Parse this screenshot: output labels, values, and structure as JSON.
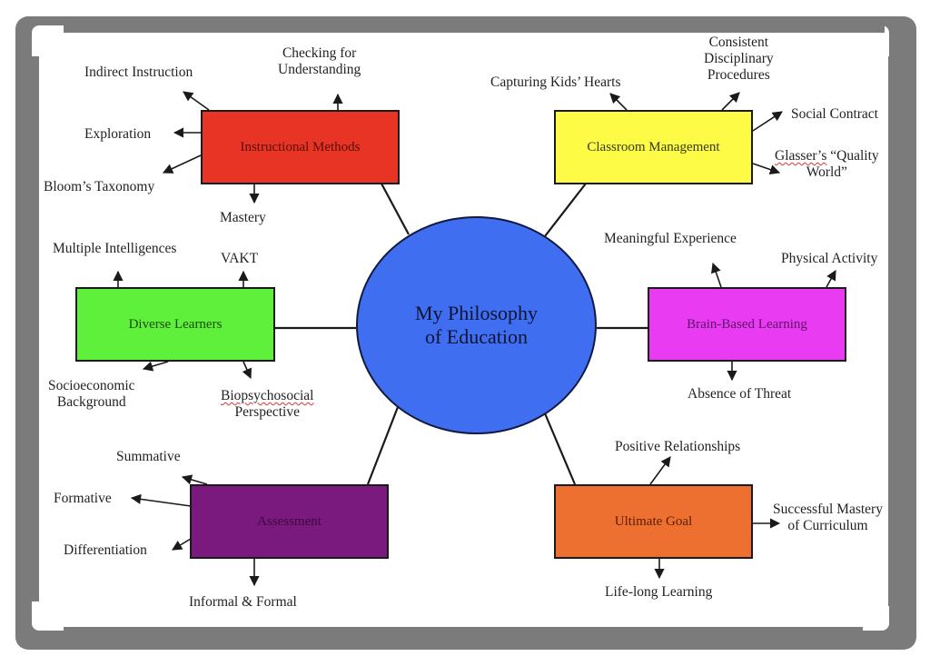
{
  "center": {
    "line1": "My Philosophy",
    "line2": "of Education",
    "color": "#3f6ef0"
  },
  "nodes": {
    "instructional": {
      "label": "Instructional Methods",
      "color": "#e83424",
      "text_color": "#5a0f0a",
      "children": [
        "Indirect Instruction",
        "Checking for",
        "Understanding",
        "Exploration",
        "Bloom’s Taxonomy",
        "Mastery"
      ]
    },
    "classroom": {
      "label": "Classroom Management",
      "color": "#fdfb46",
      "text_color": "#3a3a10",
      "children": [
        "Capturing Kids’ Hearts",
        "Consistent",
        "Disciplinary",
        "Procedures",
        "Social Contract",
        "Glasser’s",
        " “Quality",
        "World”"
      ]
    },
    "diverse": {
      "label": "Diverse Learners",
      "color": "#5ff03b",
      "text_color": "#1f4a12",
      "children": [
        "Multiple Intelligences",
        "VAKT",
        "Socioeconomic",
        "Background",
        "Biopsychosocial",
        "Perspective"
      ]
    },
    "brain": {
      "label": "Brain-Based Learning",
      "color": "#e93cf2",
      "text_color": "#5a1466",
      "children": [
        "Meaningful Experience",
        "Physical Activity",
        "Absence of Threat"
      ]
    },
    "assessment": {
      "label": "Assessment",
      "color": "#7a1a7e",
      "text_color": "#3a0a40",
      "children": [
        "Summative",
        "Formative",
        "Differentiation",
        "Informal & Formal"
      ]
    },
    "goal": {
      "label": "Ultimate Goal",
      "color": "#ee7030",
      "text_color": "#5a1d08",
      "children": [
        "Positive Relationships",
        "Successful Mastery",
        "of Curriculum",
        "Life-long Learning"
      ]
    }
  },
  "colors": {
    "frame": "#7b7b7b",
    "line": "#1a1a1a"
  }
}
